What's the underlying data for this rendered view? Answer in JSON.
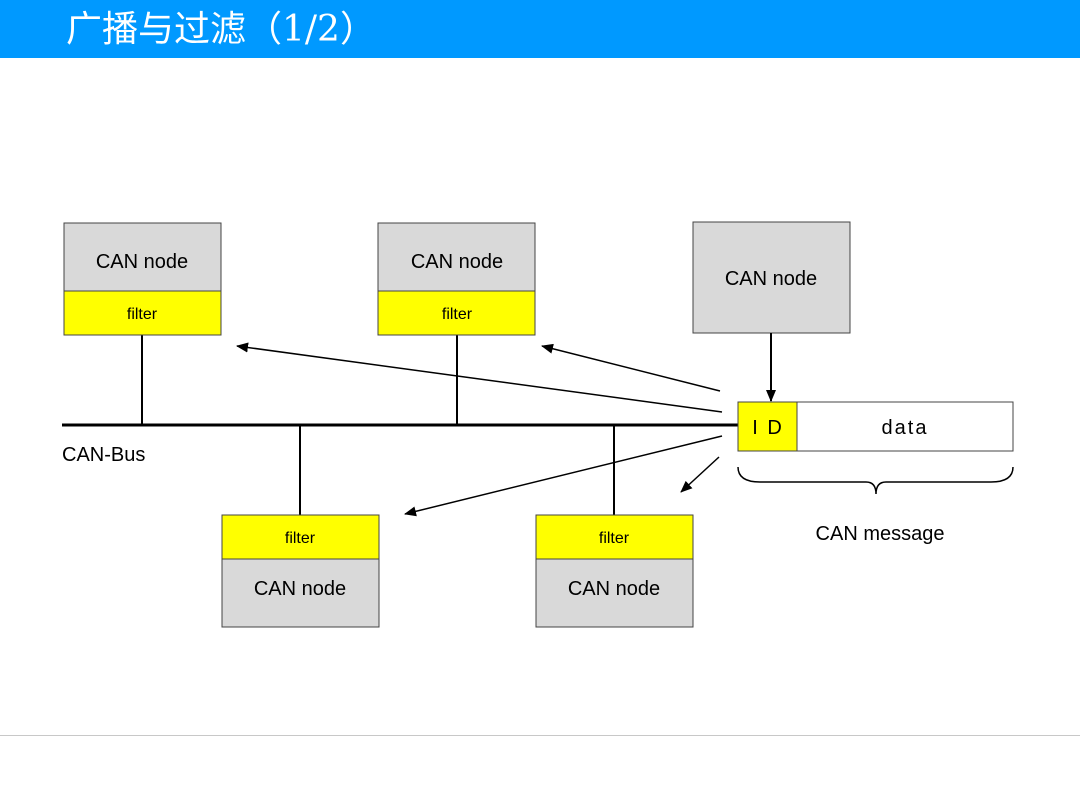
{
  "page": {
    "title": "广播与过滤（1/2）"
  },
  "diagram": {
    "bus_label": "CAN-Bus",
    "node_label": "CAN node",
    "filter_label": "filter",
    "message": {
      "id_label": "I D",
      "data_label": "data",
      "caption": "CAN message"
    }
  },
  "colors": {
    "title_bar": "#0099ff",
    "node_fill": "#d9d9d9",
    "filter_fill": "#ffff00",
    "line": "#000000"
  }
}
